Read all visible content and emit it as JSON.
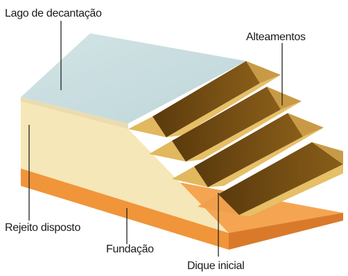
{
  "labels": {
    "pond": "Lago de decantação",
    "raisings": "Alteamentos",
    "tailings": "Rejeito disposto",
    "foundation": "Fundação",
    "starter_dike": "Dique inicial"
  },
  "colors": {
    "pond_water": "#c9dde0",
    "tailings": "#f6e7b8",
    "foundation": "#f5a552",
    "dike_dark": "#6e4a12",
    "dike_light": "#e1b85e"
  }
}
